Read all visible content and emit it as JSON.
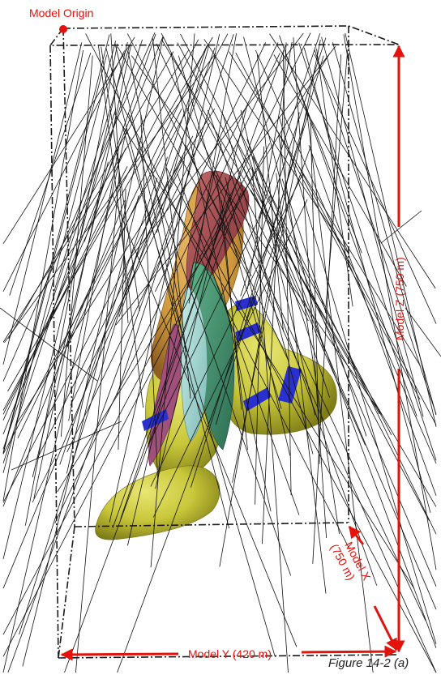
{
  "labels": {
    "origin": "Model Origin",
    "axis_y": "Model Y (420 m)",
    "axis_z": "Model Z  (750 m)",
    "axis_x_line1": "Model X",
    "axis_x_line2": "(750 m)",
    "caption": "Figure 14-2 (a)"
  },
  "colors": {
    "annotation_red": "#e3120b",
    "box_edge": "#1a1a1a",
    "drillhole": "#111111",
    "yellow_body": "#c9c73a",
    "yellow_shade": "#8d8b1e",
    "orange_body": "#cf9a3c",
    "maroon_top": "#a34a4a",
    "green_sheet": "#3f8f6a",
    "pale_cyan_sheet": "#9fd3cf",
    "purple_sheet": "#a0507a",
    "blue_band": "#2a2fd0"
  }
}
